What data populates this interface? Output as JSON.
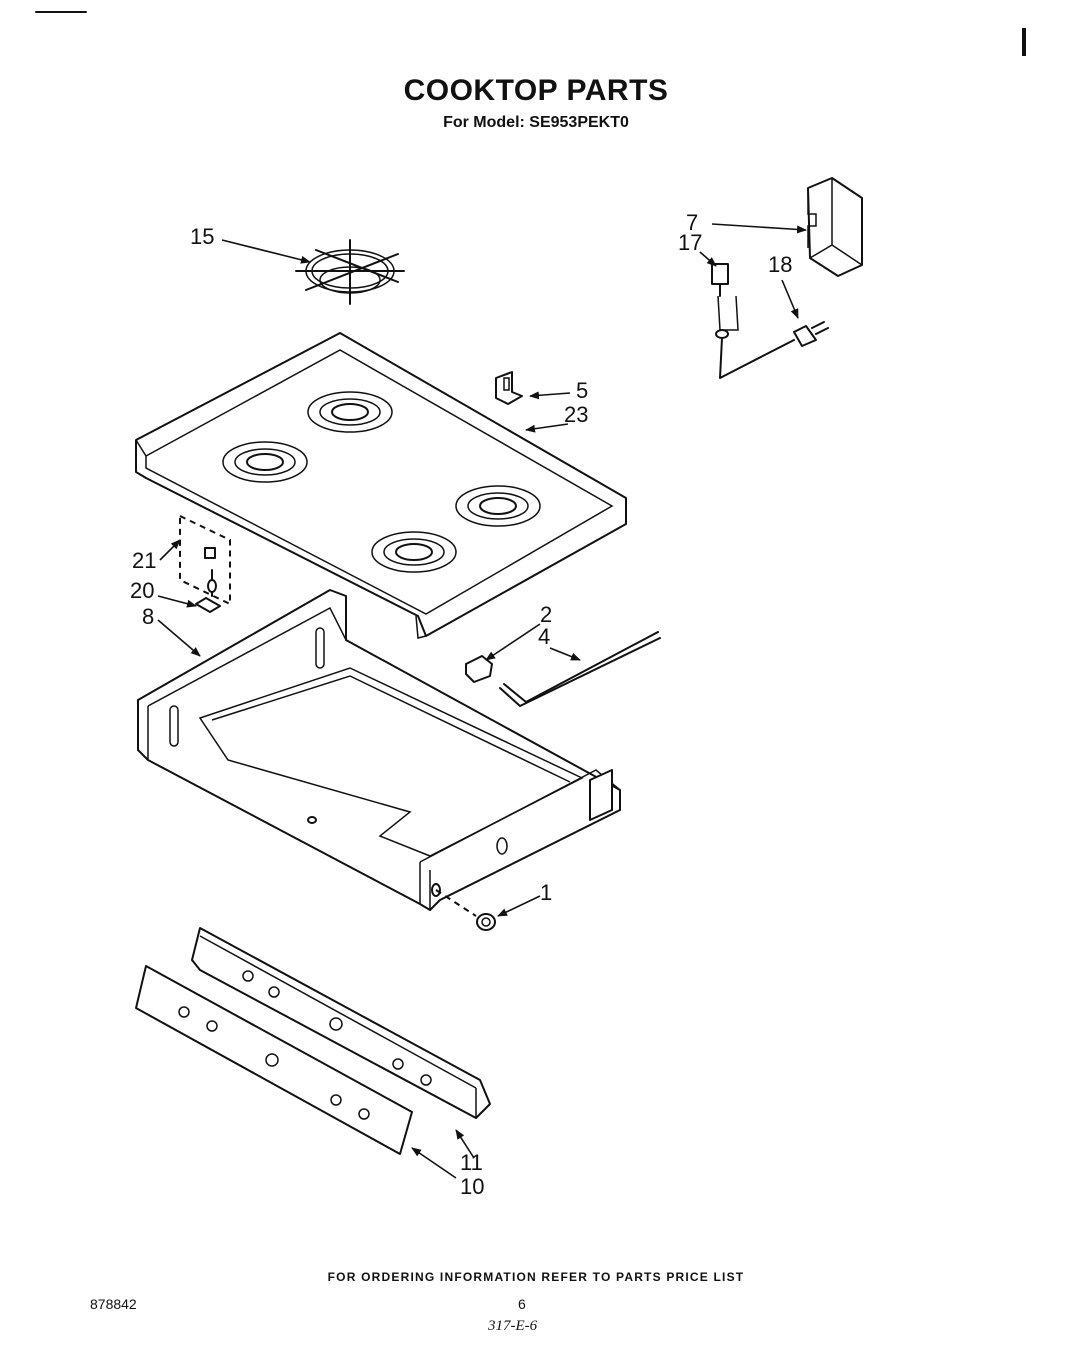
{
  "header": {
    "title": "COOKTOP PARTS",
    "subtitle": "For Model: SE953PEKT0"
  },
  "callouts": {
    "p15": "15",
    "p7": "7",
    "p17": "17",
    "p18": "18",
    "p5": "5",
    "p23": "23",
    "p21": "21",
    "p20": "20",
    "p8": "8",
    "p2": "2",
    "p4": "4",
    "p1": "1",
    "p11": "11",
    "p10": "10"
  },
  "footer": {
    "note": "FOR ORDERING INFORMATION REFER TO PARTS PRICE LIST",
    "doc_number": "878842",
    "page_number": "6",
    "page_code": "317-E-6"
  }
}
